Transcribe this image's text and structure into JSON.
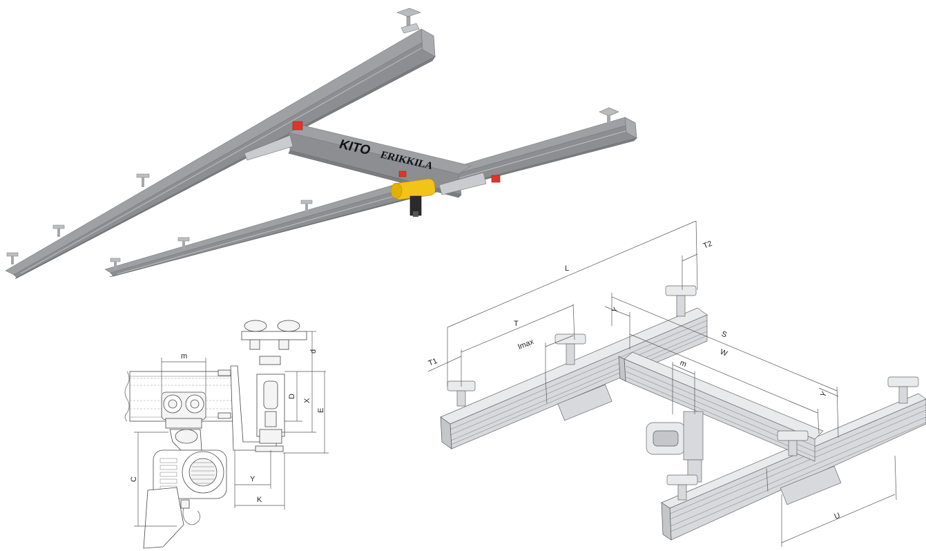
{
  "brand": {
    "kito": "KITO",
    "erikkila": "ERIKKILA"
  },
  "side_view_labels": {
    "m": "m",
    "d": "d",
    "D": "D",
    "X": "X",
    "E": "E",
    "C": "C",
    "Y": "Y",
    "K": "K"
  },
  "plan_view_labels": {
    "L": "L",
    "T2": "T2",
    "T": "T",
    "T1": "T1",
    "lmax": "lmax",
    "Y_top": "Y",
    "S": "S",
    "W": "W",
    "m": "m",
    "Y_right": "Y",
    "U": "U"
  },
  "colors": {
    "rail": "#9ea0a3",
    "hoist_yellow": "#f2c318",
    "clamp_red": "#e0342b",
    "drawing_line": "#555555"
  }
}
